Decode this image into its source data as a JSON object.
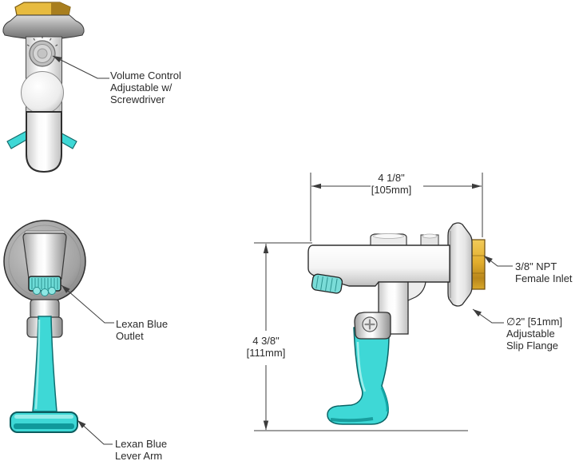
{
  "callouts": {
    "volume_control": {
      "lines": [
        "Volume Control",
        "Adjustable w/",
        "Screwdriver"
      ]
    },
    "lexan_outlet": {
      "lines": [
        "Lexan Blue",
        "Outlet"
      ]
    },
    "lexan_lever": {
      "lines": [
        "Lexan Blue",
        "Lever Arm"
      ]
    },
    "npt_inlet": {
      "lines": [
        "3/8\" NPT",
        "Female Inlet"
      ]
    },
    "slip_flange": {
      "lines": [
        "∅2\" [51mm]",
        "Adjustable",
        "Slip Flange"
      ]
    }
  },
  "dimensions": {
    "width": {
      "inches": "4 1/8\"",
      "millimeters": "[105mm]"
    },
    "height": {
      "inches": "4 3/8\"",
      "millimeters": "[111mm]"
    }
  },
  "colors": {
    "lexan_teal": "#3ed8d6",
    "lexan_teal_light": "#6fdcd8",
    "brass": "#e7bb3f",
    "line": "#3c3c3c",
    "text": "#2b2b2b"
  }
}
